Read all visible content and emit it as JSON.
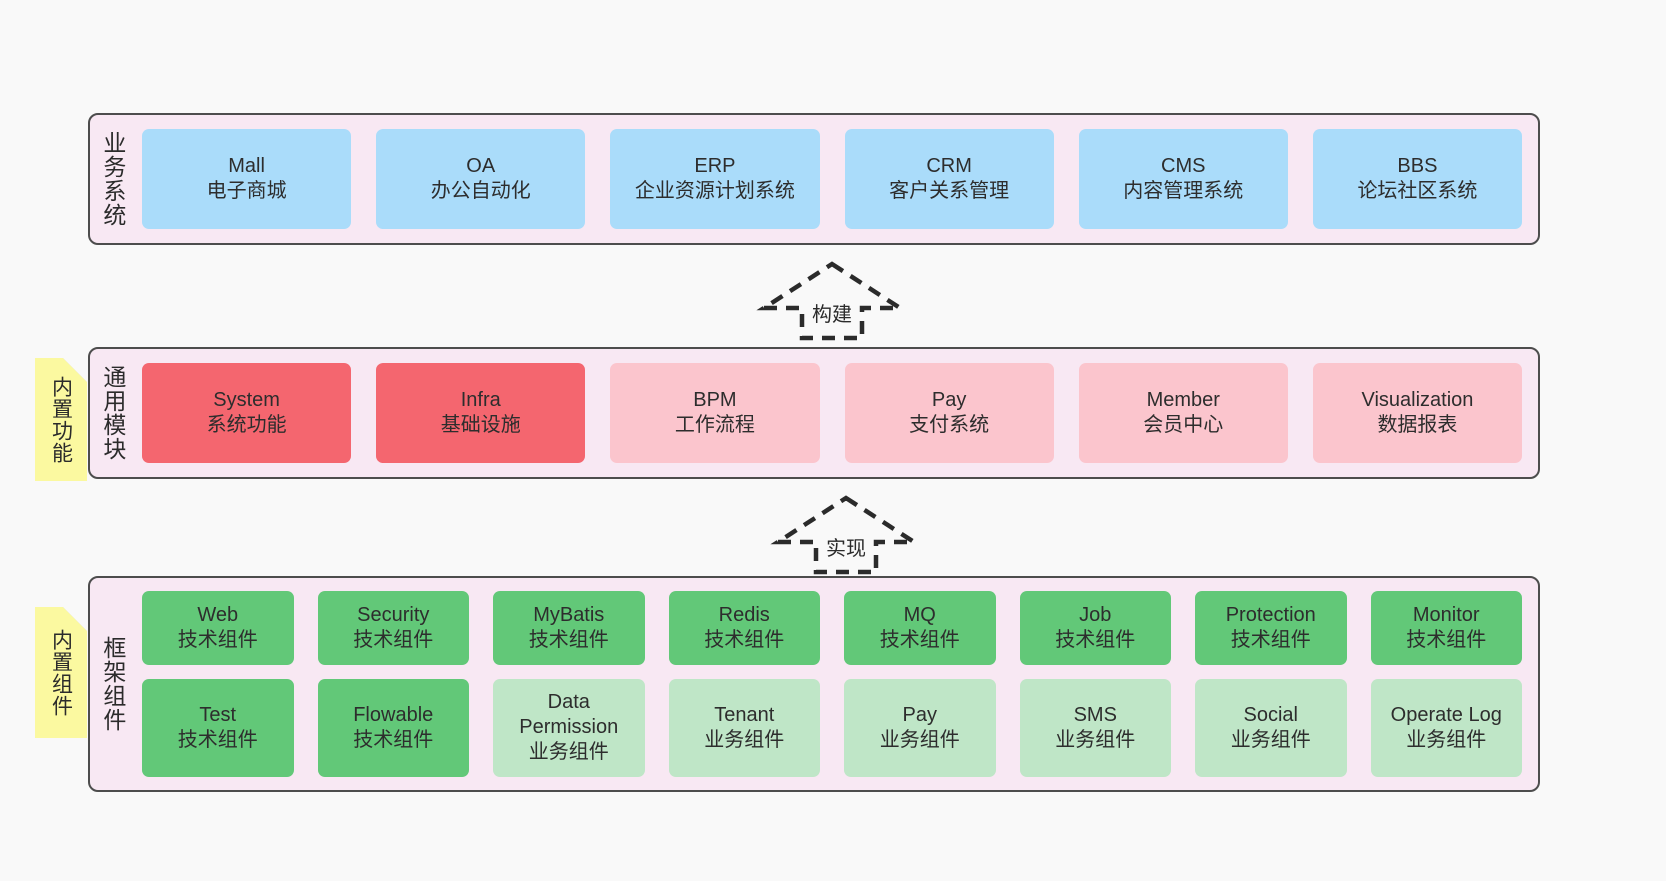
{
  "page": {
    "background": "#f9f9f9",
    "layer_background": "#f8e8f3",
    "layer_border": "#4d4d4d"
  },
  "colors": {
    "blue": "#aadcfa",
    "red": "#f4666f",
    "pink": "#fbc5cd",
    "green": "#62c878",
    "light_green": "#bfe6c7",
    "note_yellow": "#fbf9a0"
  },
  "layers": [
    {
      "id": "business-systems",
      "title": "业务系统",
      "note": null,
      "rows": [
        {
          "cells": [
            {
              "name": "Mall",
              "sub": "电子商城",
              "color": "blue"
            },
            {
              "name": "OA",
              "sub": "办公自动化",
              "color": "blue"
            },
            {
              "name": "ERP",
              "sub": "企业资源计划系统",
              "color": "blue"
            },
            {
              "name": "CRM",
              "sub": "客户关系管理",
              "color": "blue"
            },
            {
              "name": "CMS",
              "sub": "内容管理系统",
              "color": "blue"
            },
            {
              "name": "BBS",
              "sub": "论坛社区系统",
              "color": "blue"
            }
          ]
        }
      ]
    },
    {
      "id": "common-modules",
      "title": "通用模块",
      "note": "内置功能",
      "rows": [
        {
          "cells": [
            {
              "name": "System",
              "sub": "系统功能",
              "color": "red"
            },
            {
              "name": "Infra",
              "sub": "基础设施",
              "color": "red"
            },
            {
              "name": "BPM",
              "sub": "工作流程",
              "color": "pink"
            },
            {
              "name": "Pay",
              "sub": "支付系统",
              "color": "pink"
            },
            {
              "name": "Member",
              "sub": "会员中心",
              "color": "pink"
            },
            {
              "name": "Visualization",
              "sub": "数据报表",
              "color": "pink"
            }
          ]
        }
      ]
    },
    {
      "id": "framework-components",
      "title": "框架组件",
      "note": "内置组件",
      "rows": [
        {
          "cells": [
            {
              "name": "Web",
              "sub": "技术组件",
              "color": "green"
            },
            {
              "name": "Security",
              "sub": "技术组件",
              "color": "green"
            },
            {
              "name": "MyBatis",
              "sub": "技术组件",
              "color": "green"
            },
            {
              "name": "Redis",
              "sub": "技术组件",
              "color": "green"
            },
            {
              "name": "MQ",
              "sub": "技术组件",
              "color": "green"
            },
            {
              "name": "Job",
              "sub": "技术组件",
              "color": "green"
            },
            {
              "name": "Protection",
              "sub": "技术组件",
              "color": "green"
            },
            {
              "name": "Monitor",
              "sub": "技术组件",
              "color": "green"
            }
          ]
        },
        {
          "cells": [
            {
              "name": "Test",
              "sub": "技术组件",
              "color": "green"
            },
            {
              "name": "Flowable",
              "sub": "技术组件",
              "color": "green"
            },
            {
              "name": "Data Permission",
              "sub": "业务组件",
              "color": "light_green"
            },
            {
              "name": "Tenant",
              "sub": "业务组件",
              "color": "light_green"
            },
            {
              "name": "Pay",
              "sub": "业务组件",
              "color": "light_green"
            },
            {
              "name": "SMS",
              "sub": "业务组件",
              "color": "light_green"
            },
            {
              "name": "Social",
              "sub": "业务组件",
              "color": "light_green"
            },
            {
              "name": "Operate Log",
              "sub": "业务组件",
              "color": "light_green"
            }
          ]
        }
      ]
    }
  ],
  "connectors": [
    {
      "id": "build",
      "label": "构建"
    },
    {
      "id": "implement",
      "label": "实现"
    }
  ]
}
